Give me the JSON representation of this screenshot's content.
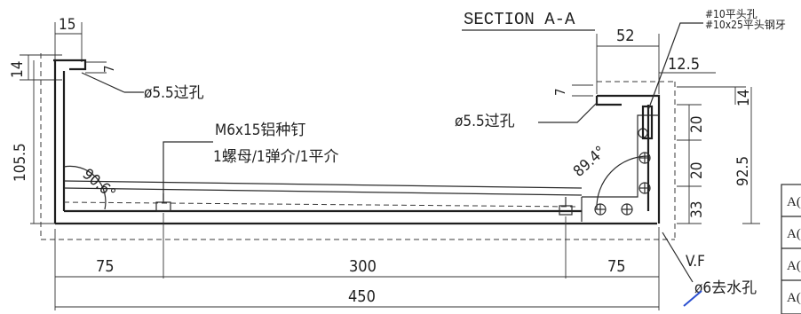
{
  "section_title": "SECTION A-A",
  "dimensions": {
    "top_left_width": "15",
    "left_flange": "14",
    "left_height": "105.5",
    "lip_small_left": "7",
    "lip_small_right": "7",
    "right_top_width": "52",
    "right_inner_width": "12.5",
    "right_flange": "14",
    "right_mid1": "20",
    "right_mid2": "20",
    "right_low": "33",
    "right_height": "92.5",
    "bottom_left": "75",
    "bottom_mid": "300",
    "bottom_right": "75",
    "bottom_total": "450"
  },
  "angles": {
    "left": "90.6°",
    "right": "89.4°"
  },
  "notes": {
    "hole_left": "ø5.5过孔",
    "hole_right": "ø5.5过孔",
    "rivet_line1": "M6x15铝种钉",
    "rivet_line2": "1螺母/1弹介/1平介",
    "screw_line1": "#10平头孔",
    "screw_line2": "#10x25平头钢牙",
    "vf_label": "V.F",
    "drain_hole": "ø6去水孔"
  },
  "table_cells": [
    "A(",
    "A(",
    "A(",
    "A("
  ]
}
